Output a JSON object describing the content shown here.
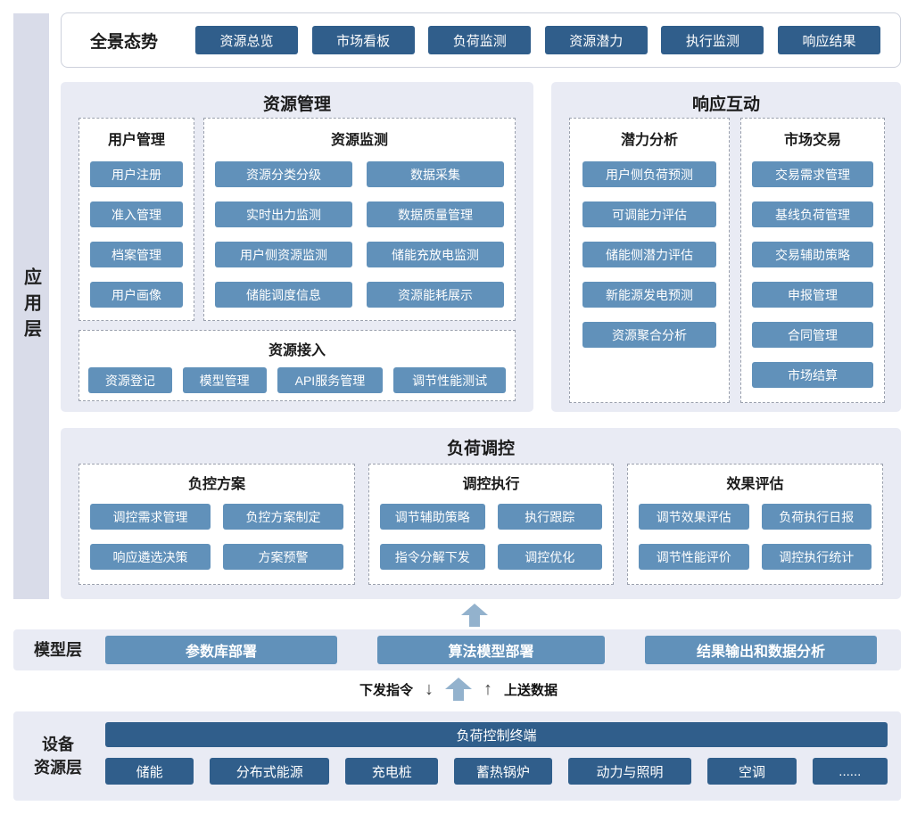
{
  "colors": {
    "dark_blue": "#305e8b",
    "mid_blue": "#6191ba",
    "panel_bg": "#e9ebf4",
    "layer_bar_bg": "#d9dce9",
    "arrow_blue": "#93b2cd"
  },
  "icons": {
    "down_arrow": "↓",
    "up_arrow": "↑"
  },
  "app_layer": {
    "label": "应用层"
  },
  "panorama": {
    "title": "全景态势",
    "buttons": [
      "资源总览",
      "市场看板",
      "负荷监测",
      "资源潜力",
      "执行监测",
      "响应结果"
    ]
  },
  "resource_mgmt": {
    "title": "资源管理",
    "user_mgmt": {
      "title": "用户管理",
      "items": [
        "用户注册",
        "准入管理",
        "档案管理",
        "用户画像"
      ]
    },
    "monitor": {
      "title": "资源监测",
      "items": [
        "资源分类分级",
        "数据采集",
        "实时出力监测",
        "数据质量管理",
        "用户侧资源监测",
        "储能充放电监测",
        "储能调度信息",
        "资源能耗展示"
      ]
    },
    "access": {
      "title": "资源接入",
      "items": [
        "资源登记",
        "模型管理",
        "API服务管理",
        "调节性能测试"
      ]
    }
  },
  "response": {
    "title": "响应互动",
    "potential": {
      "title": "潜力分析",
      "items": [
        "用户侧负荷预测",
        "可调能力评估",
        "储能侧潜力评估",
        "新能源发电预测",
        "资源聚合分析"
      ]
    },
    "market": {
      "title": "市场交易",
      "items": [
        "交易需求管理",
        "基线负荷管理",
        "交易辅助策略",
        "申报管理",
        "合同管理",
        "市场结算"
      ]
    }
  },
  "load_control": {
    "title": "负荷调控",
    "plan": {
      "title": "负控方案",
      "items": [
        "调控需求管理",
        "负控方案制定",
        "响应遴选决策",
        "方案预警"
      ]
    },
    "exec": {
      "title": "调控执行",
      "items": [
        "调节辅助策略",
        "执行跟踪",
        "指令分解下发",
        "调控优化"
      ]
    },
    "evaluate": {
      "title": "效果评估",
      "items": [
        "调节效果评估",
        "负荷执行日报",
        "调节性能评价",
        "调控执行统计"
      ]
    }
  },
  "model_layer": {
    "label": "模型层",
    "items": [
      "参数库部署",
      "算法模型部署",
      "结果输出和数据分析"
    ]
  },
  "flows": {
    "down_label": "下发指令",
    "up_label": "上送数据"
  },
  "device_layer": {
    "label_line1": "设备",
    "label_line2": "资源层",
    "terminal": "负荷控制终端",
    "items": [
      "储能",
      "分布式能源",
      "充电桩",
      "蓄热锅炉",
      "动力与照明",
      "空调",
      "......"
    ]
  }
}
